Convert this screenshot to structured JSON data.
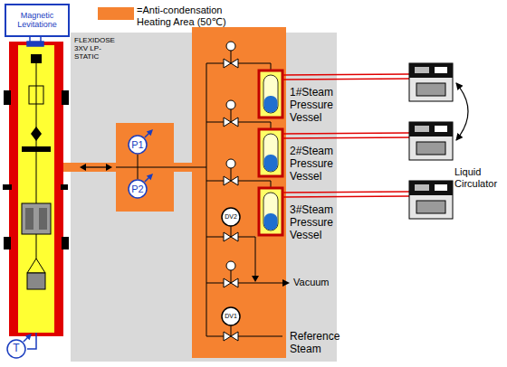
{
  "diagram": {
    "nodes": [
      {
        "text": [
          "Magnetic Levitatione"
        ]
      },
      {
        "text": [
          "FLEXIDOSE 3XV LP-STATIC"
        ]
      },
      {
        "text": [
          "P1"
        ],
        "in": 1
      },
      {
        "text": [
          "P2"
        ],
        "in": 1
      },
      {
        "text": [
          "DV2"
        ],
        "in": 1
      },
      {
        "text": [
          "DV1"
        ],
        "in": 1
      },
      {
        "text": [
          "T"
        ]
      }
    ],
    "edges": [
      {
        "from": 2,
        "to": 3,
        "arrow": "none"
      }
    ],
    "labels": [
      "1#Steam Pressure Vessel",
      "2#Steam Pressure Vessel",
      "3#Steam Pressure Vessel",
      "Vacuum",
      "Reference Steam",
      "Liquid Circulator"
    ],
    "legend": [
      {
        "text": "=Anti-condensation Heating Area (50℃)",
        "color": "#f58230"
      }
    ]
  }
}
